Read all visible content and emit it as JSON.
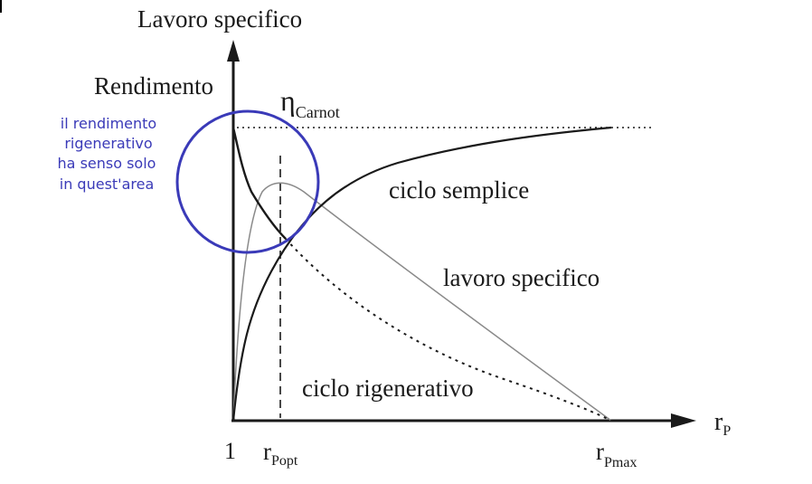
{
  "labels": {
    "y_axis_top": "Lavoro specifico",
    "y_axis_second": "Rendimento",
    "eta_symbol": "η",
    "eta_subscript": "Carnot",
    "x_axis": "r",
    "x_axis_sub": "P",
    "tick_one": "1",
    "tick_ropt": "r",
    "tick_ropt_sub": "Popt",
    "tick_rmax": "r",
    "tick_rmax_sub": "Pmax",
    "curve_simple": "ciclo semplice",
    "curve_work": "lavoro specifico",
    "curve_regen": "ciclo rigenerativo"
  },
  "annotation": {
    "lines": [
      "il rendimento",
      "rigenerativo",
      "ha senso solo",
      "in quest'area"
    ]
  },
  "colors": {
    "ink": "#1a1a1a",
    "annotation": "#3a3ab8",
    "work_curve": "#8a8a8a"
  }
}
